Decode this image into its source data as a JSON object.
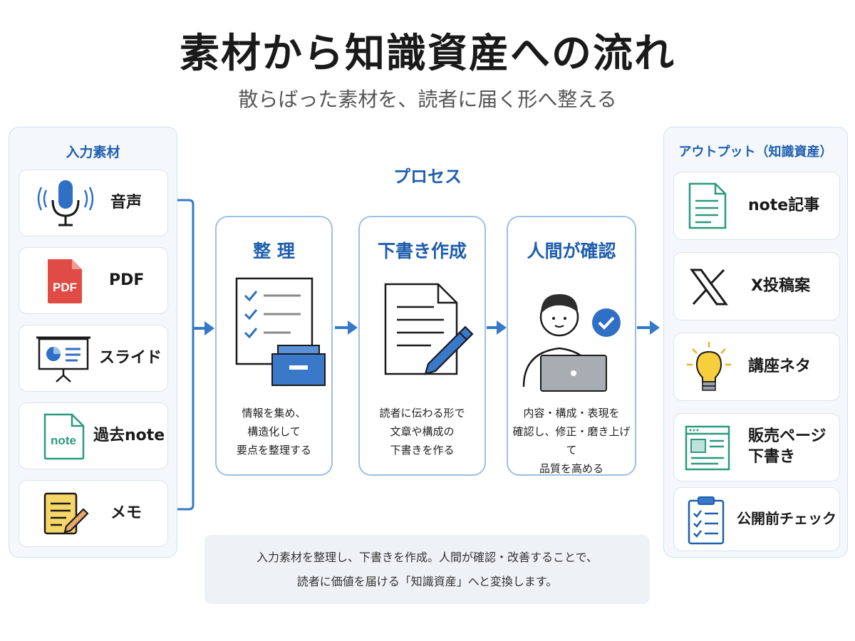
{
  "title": "素材から知識資産への流れ",
  "subtitle": "散らばった素材を、読者に届く形へ整える",
  "colors": {
    "accent": "#1f5fae",
    "arrow": "#3579c8"
  },
  "inputs": {
    "title": "入力素材",
    "items": [
      {
        "label": "音声",
        "icon": "microphone-icon"
      },
      {
        "label": "PDF",
        "icon": "pdf-file-icon",
        "icon_text": "PDF"
      },
      {
        "label": "スライド",
        "icon": "presentation-board-icon"
      },
      {
        "label": "過去note",
        "icon": "note-file-icon",
        "icon_text": "note"
      },
      {
        "label": "メモ",
        "icon": "memo-pencil-icon"
      }
    ]
  },
  "process": {
    "title": "プロセス",
    "steps": [
      {
        "title": "整 理",
        "desc": "情報を集め、\n構造化して\n要点を整理する",
        "icon": "checklist-box-icon"
      },
      {
        "title": "下書き作成",
        "desc": "読者に伝わる形で\n文章や構成の\n下書きを作る",
        "icon": "document-pen-icon"
      },
      {
        "title": "人間が確認",
        "desc": "内容・構成・表現を\n確認し、修正・磨き上げて\n品質を高める",
        "icon": "person-laptop-check-icon"
      }
    ]
  },
  "outputs": {
    "title": "アウトプット（知識資産）",
    "items": [
      {
        "label": "note記事",
        "icon": "article-document-icon"
      },
      {
        "label": "X投稿案",
        "icon": "x-logo-icon"
      },
      {
        "label": "講座ネタ",
        "icon": "lightbulb-icon"
      },
      {
        "label": "販売ページ\n下書き",
        "icon": "webpage-icon"
      },
      {
        "label": "公開前チェック",
        "icon": "clipboard-checklist-icon"
      }
    ]
  },
  "summary": "入力素材を整理し、下書きを作成。人間が確認・改善することで、\n読者に価値を届ける「知識資産」へと変換します。"
}
